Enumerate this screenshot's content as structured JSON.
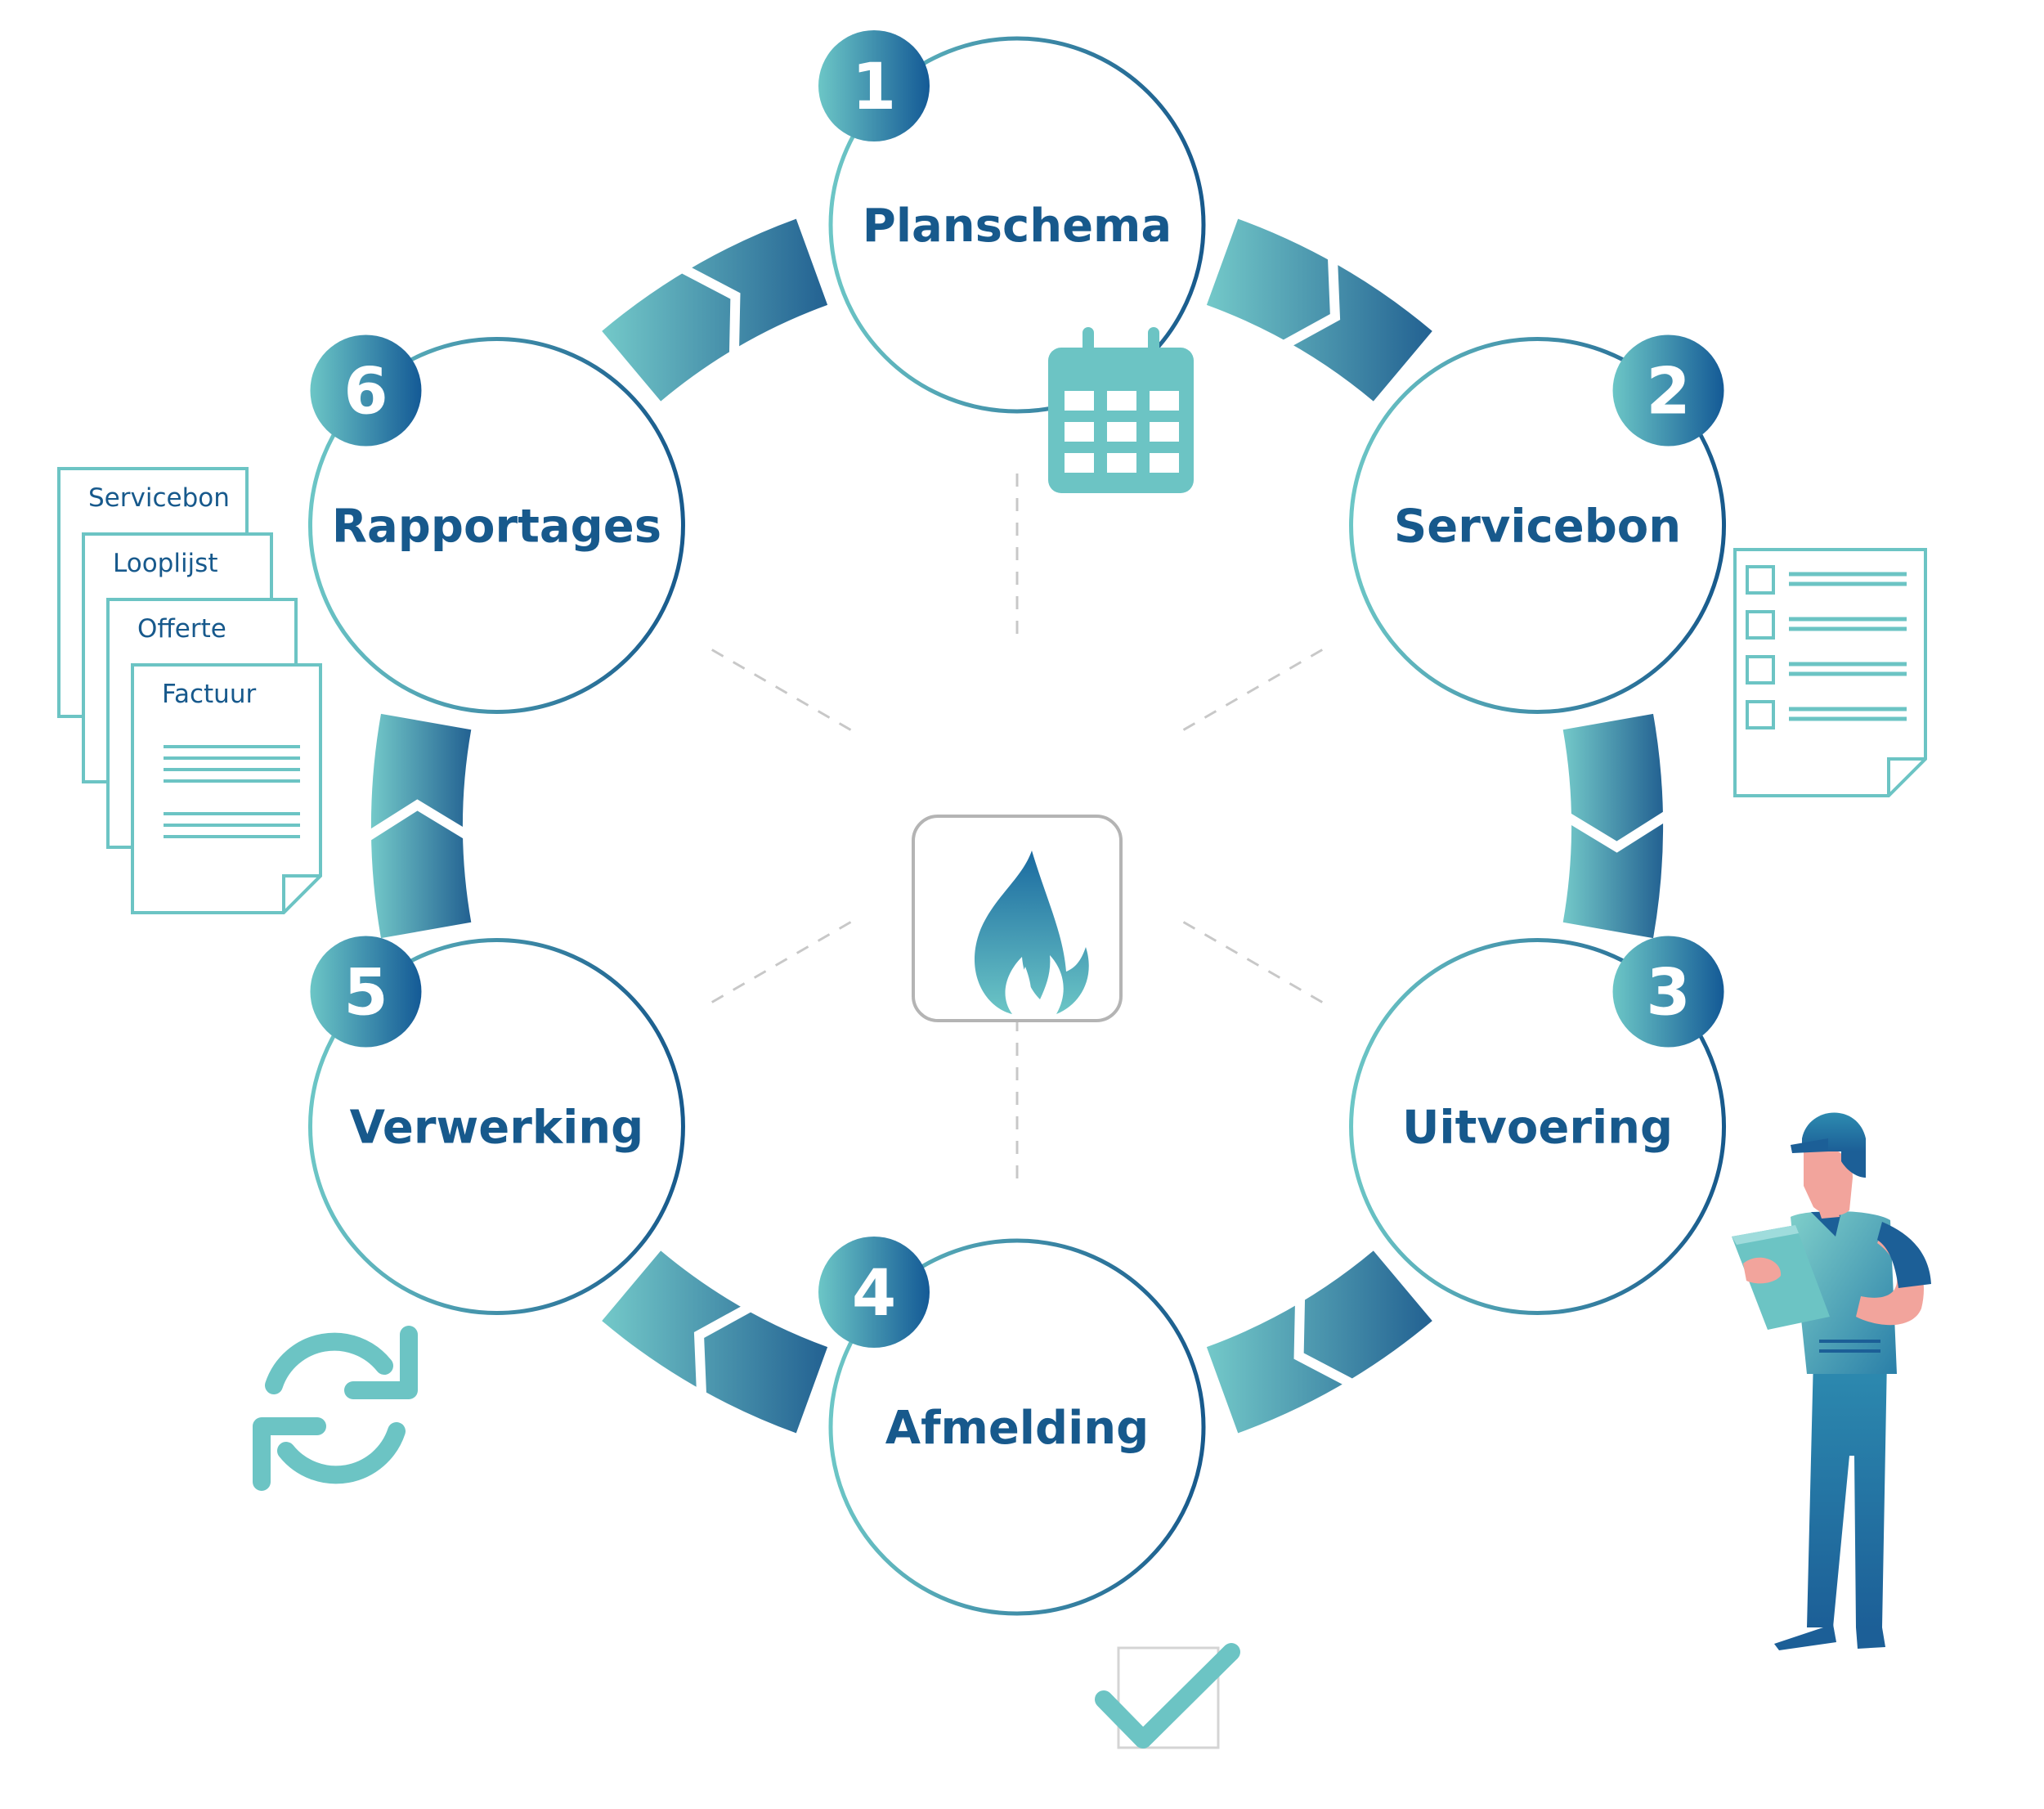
{
  "steps": [
    {
      "number": "1",
      "title": "Planschema",
      "icon": "calendar-icon"
    },
    {
      "number": "2",
      "title": "Servicebon",
      "icon": "checklist-document-icon"
    },
    {
      "number": "3",
      "title": "Uitvoering",
      "icon": "technician-illustration"
    },
    {
      "number": "4",
      "title": "Afmelding",
      "icon": "checkbox-check-icon"
    },
    {
      "number": "5",
      "title": "Verwerking",
      "icon": "refresh-arrows-icon"
    },
    {
      "number": "6",
      "title": "Rapportages",
      "icon": "document-stack-icon"
    }
  ],
  "documents": [
    "Servicebon",
    "Looplijst",
    "Offerte",
    "Factuur"
  ],
  "center_icon": "flame-icon",
  "colors": {
    "navy": "#17598c",
    "teal": "#6cc4c4",
    "dark_blue": "#155c97",
    "light_gray": "#b4b4b4",
    "skin": "#f2a49c"
  }
}
